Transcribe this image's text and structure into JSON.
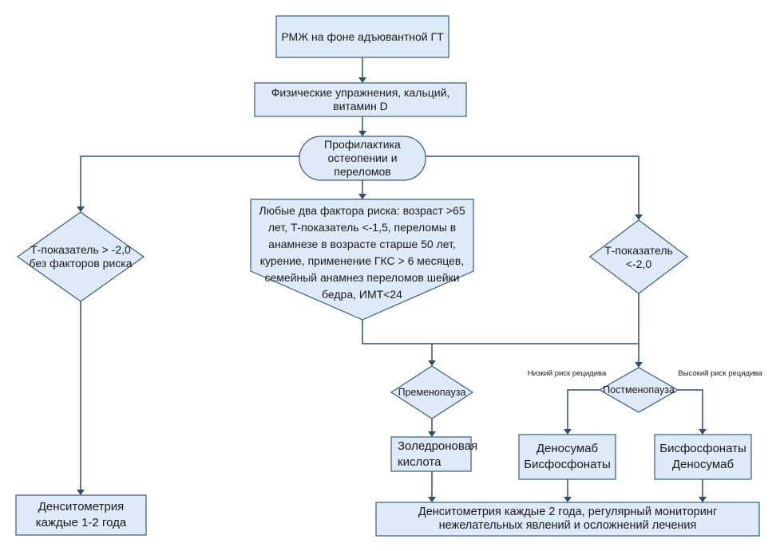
{
  "nodes": {
    "rmzh": "РМЖ на фоне адъювантной ГТ",
    "exercise": "Физические упражнения, кальций, витамин D",
    "prophylaxis": "Профилактика остеопении и переломов",
    "left_decision": "Т-показатель > -2,0 без факторов риска",
    "risk_factors": "Любые два фактора риска: возраст >65 лет, Т-показатель <-1,5, переломы в анамнезе в возрасте старше 50 лет, курение, применение ГКС > 6 месяцев, семейный анамнез переломов шейки бедра, ИМТ<24",
    "right_decision": "Т-показатель <-2,0",
    "premenopause": "Пременопауза",
    "postmenopause": "Постменопауза",
    "zoledronic": "Золедроновая кислота",
    "denosumab_bis": "Деносумаб Бисфосфонаты",
    "bis_denosumab": "Бисфосфонаты Деносумаб",
    "densitometry_left": "Денситометрия каждые 1-2 года",
    "densitometry_bottom": "Денситометрия каждые 2 года, регулярный мониторинг нежелательных явлений и осложнений лечения"
  },
  "edge_labels": {
    "low_risk": "Низкий риск рецидива",
    "high_risk": "Высокий риск рецидива"
  },
  "colors": {
    "fill": "#deeaf8",
    "stroke": "#3b5a7a",
    "connector": "#2f4f6f"
  }
}
